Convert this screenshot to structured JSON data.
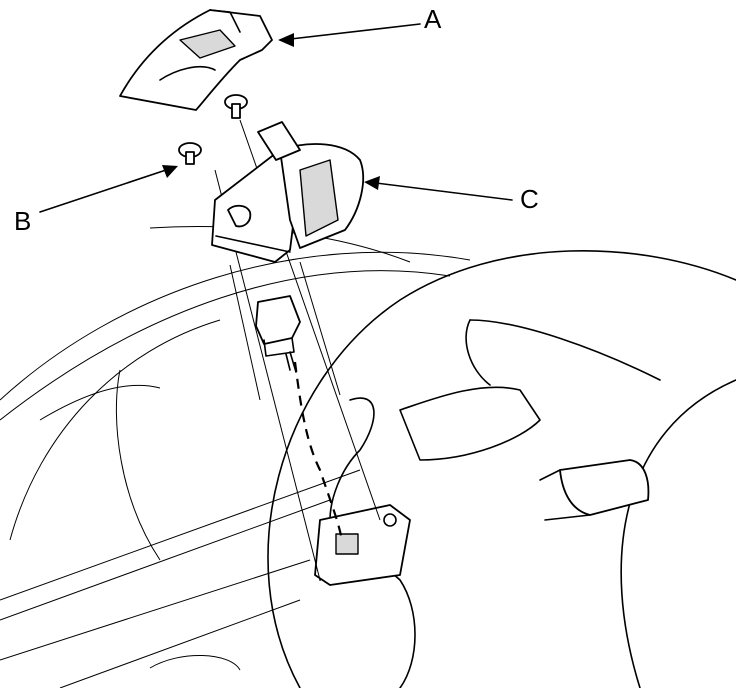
{
  "labels": {
    "a": "A",
    "b": "B",
    "c": "C"
  },
  "parts": [
    {
      "id": "a",
      "description_icon": "switch-cover-panel-icon"
    },
    {
      "id": "b",
      "description_icon": "screw-icon"
    },
    {
      "id": "c",
      "description_icon": "cruise-control-switch-icon"
    }
  ]
}
